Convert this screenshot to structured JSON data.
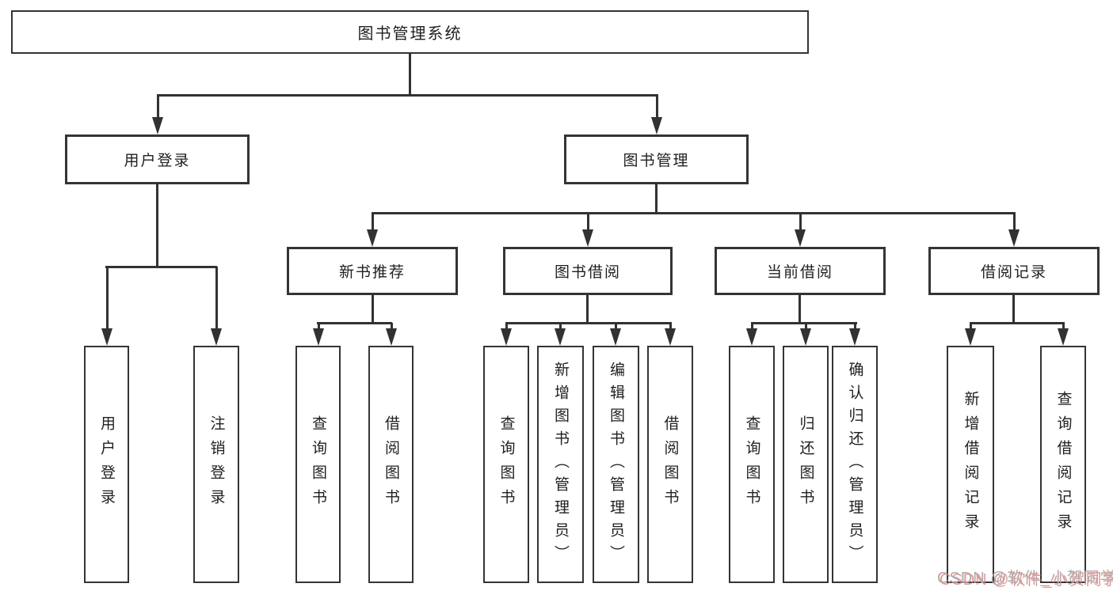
{
  "diagram": {
    "title": "图书管理系统",
    "root": {
      "label": "图书管理系统"
    },
    "level2": [
      {
        "label": "用户登录"
      },
      {
        "label": "图书管理"
      }
    ],
    "level3": [
      {
        "label": "新书推荐",
        "parent": "图书管理"
      },
      {
        "label": "图书借阅",
        "parent": "图书管理"
      },
      {
        "label": "当前借阅",
        "parent": "图书管理"
      },
      {
        "label": "借阅记录",
        "parent": "图书管理"
      }
    ],
    "leaves": [
      {
        "label": "用户登录",
        "parent": "用户登录"
      },
      {
        "label": "注销登录",
        "parent": "用户登录"
      },
      {
        "label": "查询图书",
        "parent": "新书推荐"
      },
      {
        "label": "借阅图书",
        "parent": "新书推荐"
      },
      {
        "label": "查询图书",
        "parent": "图书借阅"
      },
      {
        "label": "新增图书（管理员）",
        "parent": "图书借阅"
      },
      {
        "label": "编辑图书（管理员）",
        "parent": "图书借阅"
      },
      {
        "label": "借阅图书",
        "parent": "图书借阅"
      },
      {
        "label": "查询图书",
        "parent": "当前借阅"
      },
      {
        "label": "归还图书",
        "parent": "当前借阅"
      },
      {
        "label": "确认归还（管理员）",
        "parent": "当前借阅"
      },
      {
        "label": "新增借阅记录",
        "parent": "借阅记录"
      },
      {
        "label": "查询借阅记录",
        "parent": "借阅记录"
      }
    ]
  },
  "watermark": {
    "text": "CSDN @软件_小贺同学"
  },
  "colors": {
    "line": "#323232",
    "box_border": "#343434",
    "text": "#1f1f1f",
    "background": "#ffffff",
    "watermark_gray": "#ababab",
    "watermark_pink": "#e87878"
  }
}
